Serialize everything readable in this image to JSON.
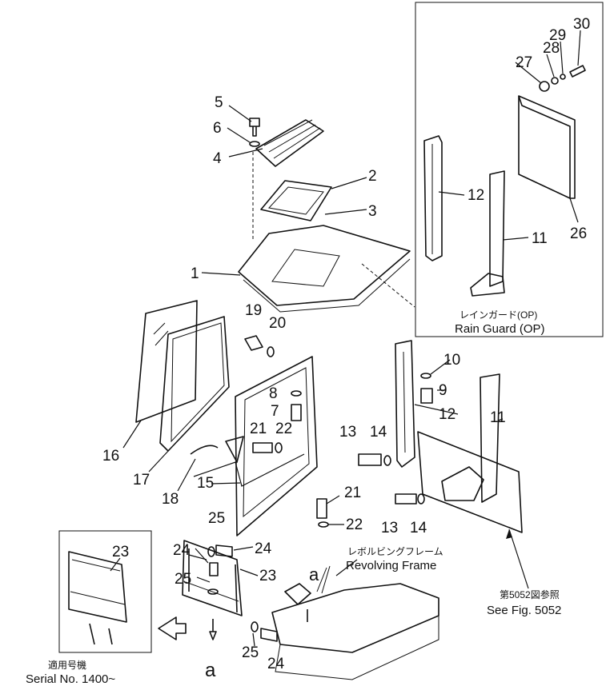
{
  "callouts": {
    "n1": "1",
    "n2": "2",
    "n3": "3",
    "n4": "4",
    "n5": "5",
    "n6": "6",
    "n7": "7",
    "n8": "8",
    "n9": "9",
    "n10": "10",
    "n11a": "11",
    "n11b": "11",
    "n12a": "12",
    "n12b": "12",
    "n13a": "13",
    "n13b": "13",
    "n14a": "14",
    "n14b": "14",
    "n15": "15",
    "n16": "16",
    "n17": "17",
    "n18": "18",
    "n19": "19",
    "n20": "20",
    "n21a": "21",
    "n21b": "21",
    "n22a": "22",
    "n22b": "22",
    "n23a": "23",
    "n23b": "23",
    "n24a": "24",
    "n24b": "24",
    "n24c": "24",
    "n25a": "25",
    "n25b": "25",
    "n25c": "25",
    "n26": "26",
    "n27": "27",
    "n28": "28",
    "n29": "29",
    "n30": "30",
    "a1": "a",
    "a2": "a"
  },
  "captions": {
    "rain_guard_jp": "レインガード(OP)",
    "rain_guard_en": "Rain Guard (OP)",
    "revolving_jp": "レボルビングフレーム",
    "revolving_en": "Revolving Frame",
    "see_fig_jp": "第5052図参照",
    "see_fig_en": "See Fig. 5052",
    "serial_jp": "適用号機",
    "serial_en": "Serial No. 1400~"
  }
}
